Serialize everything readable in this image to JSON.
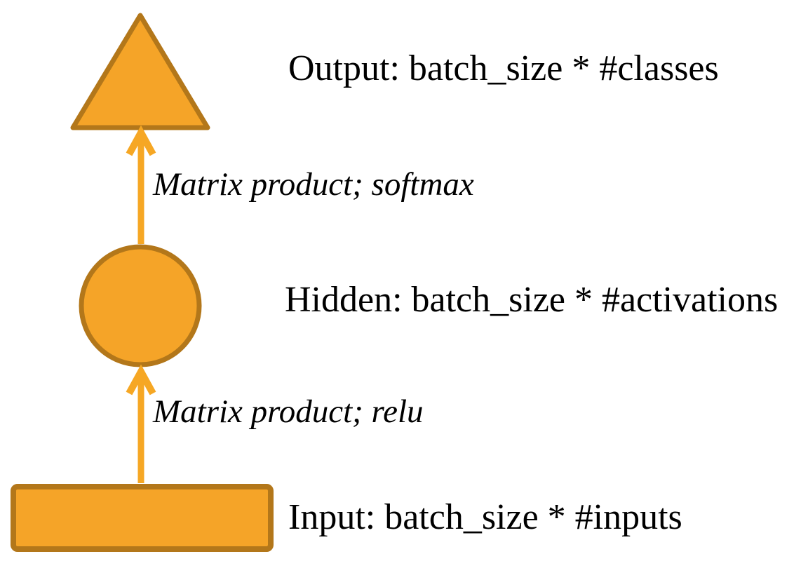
{
  "colors": {
    "shape_fill": "#F5A428",
    "shape_stroke": "#B3771A",
    "arrow": "#F6A724",
    "text": "#000000",
    "background": "#FFFFFF"
  },
  "diagram": {
    "type": "neural-network-layer-diagram",
    "nodes": [
      {
        "id": "input",
        "shape": "rectangle",
        "label": "Input: batch_size * #inputs"
      },
      {
        "id": "hidden",
        "shape": "circle",
        "label": "Hidden: batch_size * #activations"
      },
      {
        "id": "output",
        "shape": "triangle",
        "label": "Output: batch_size * #classes"
      }
    ],
    "edges": [
      {
        "from": "input",
        "to": "hidden",
        "label": "Matrix product; relu"
      },
      {
        "from": "hidden",
        "to": "output",
        "label": "Matrix product; softmax"
      }
    ]
  }
}
